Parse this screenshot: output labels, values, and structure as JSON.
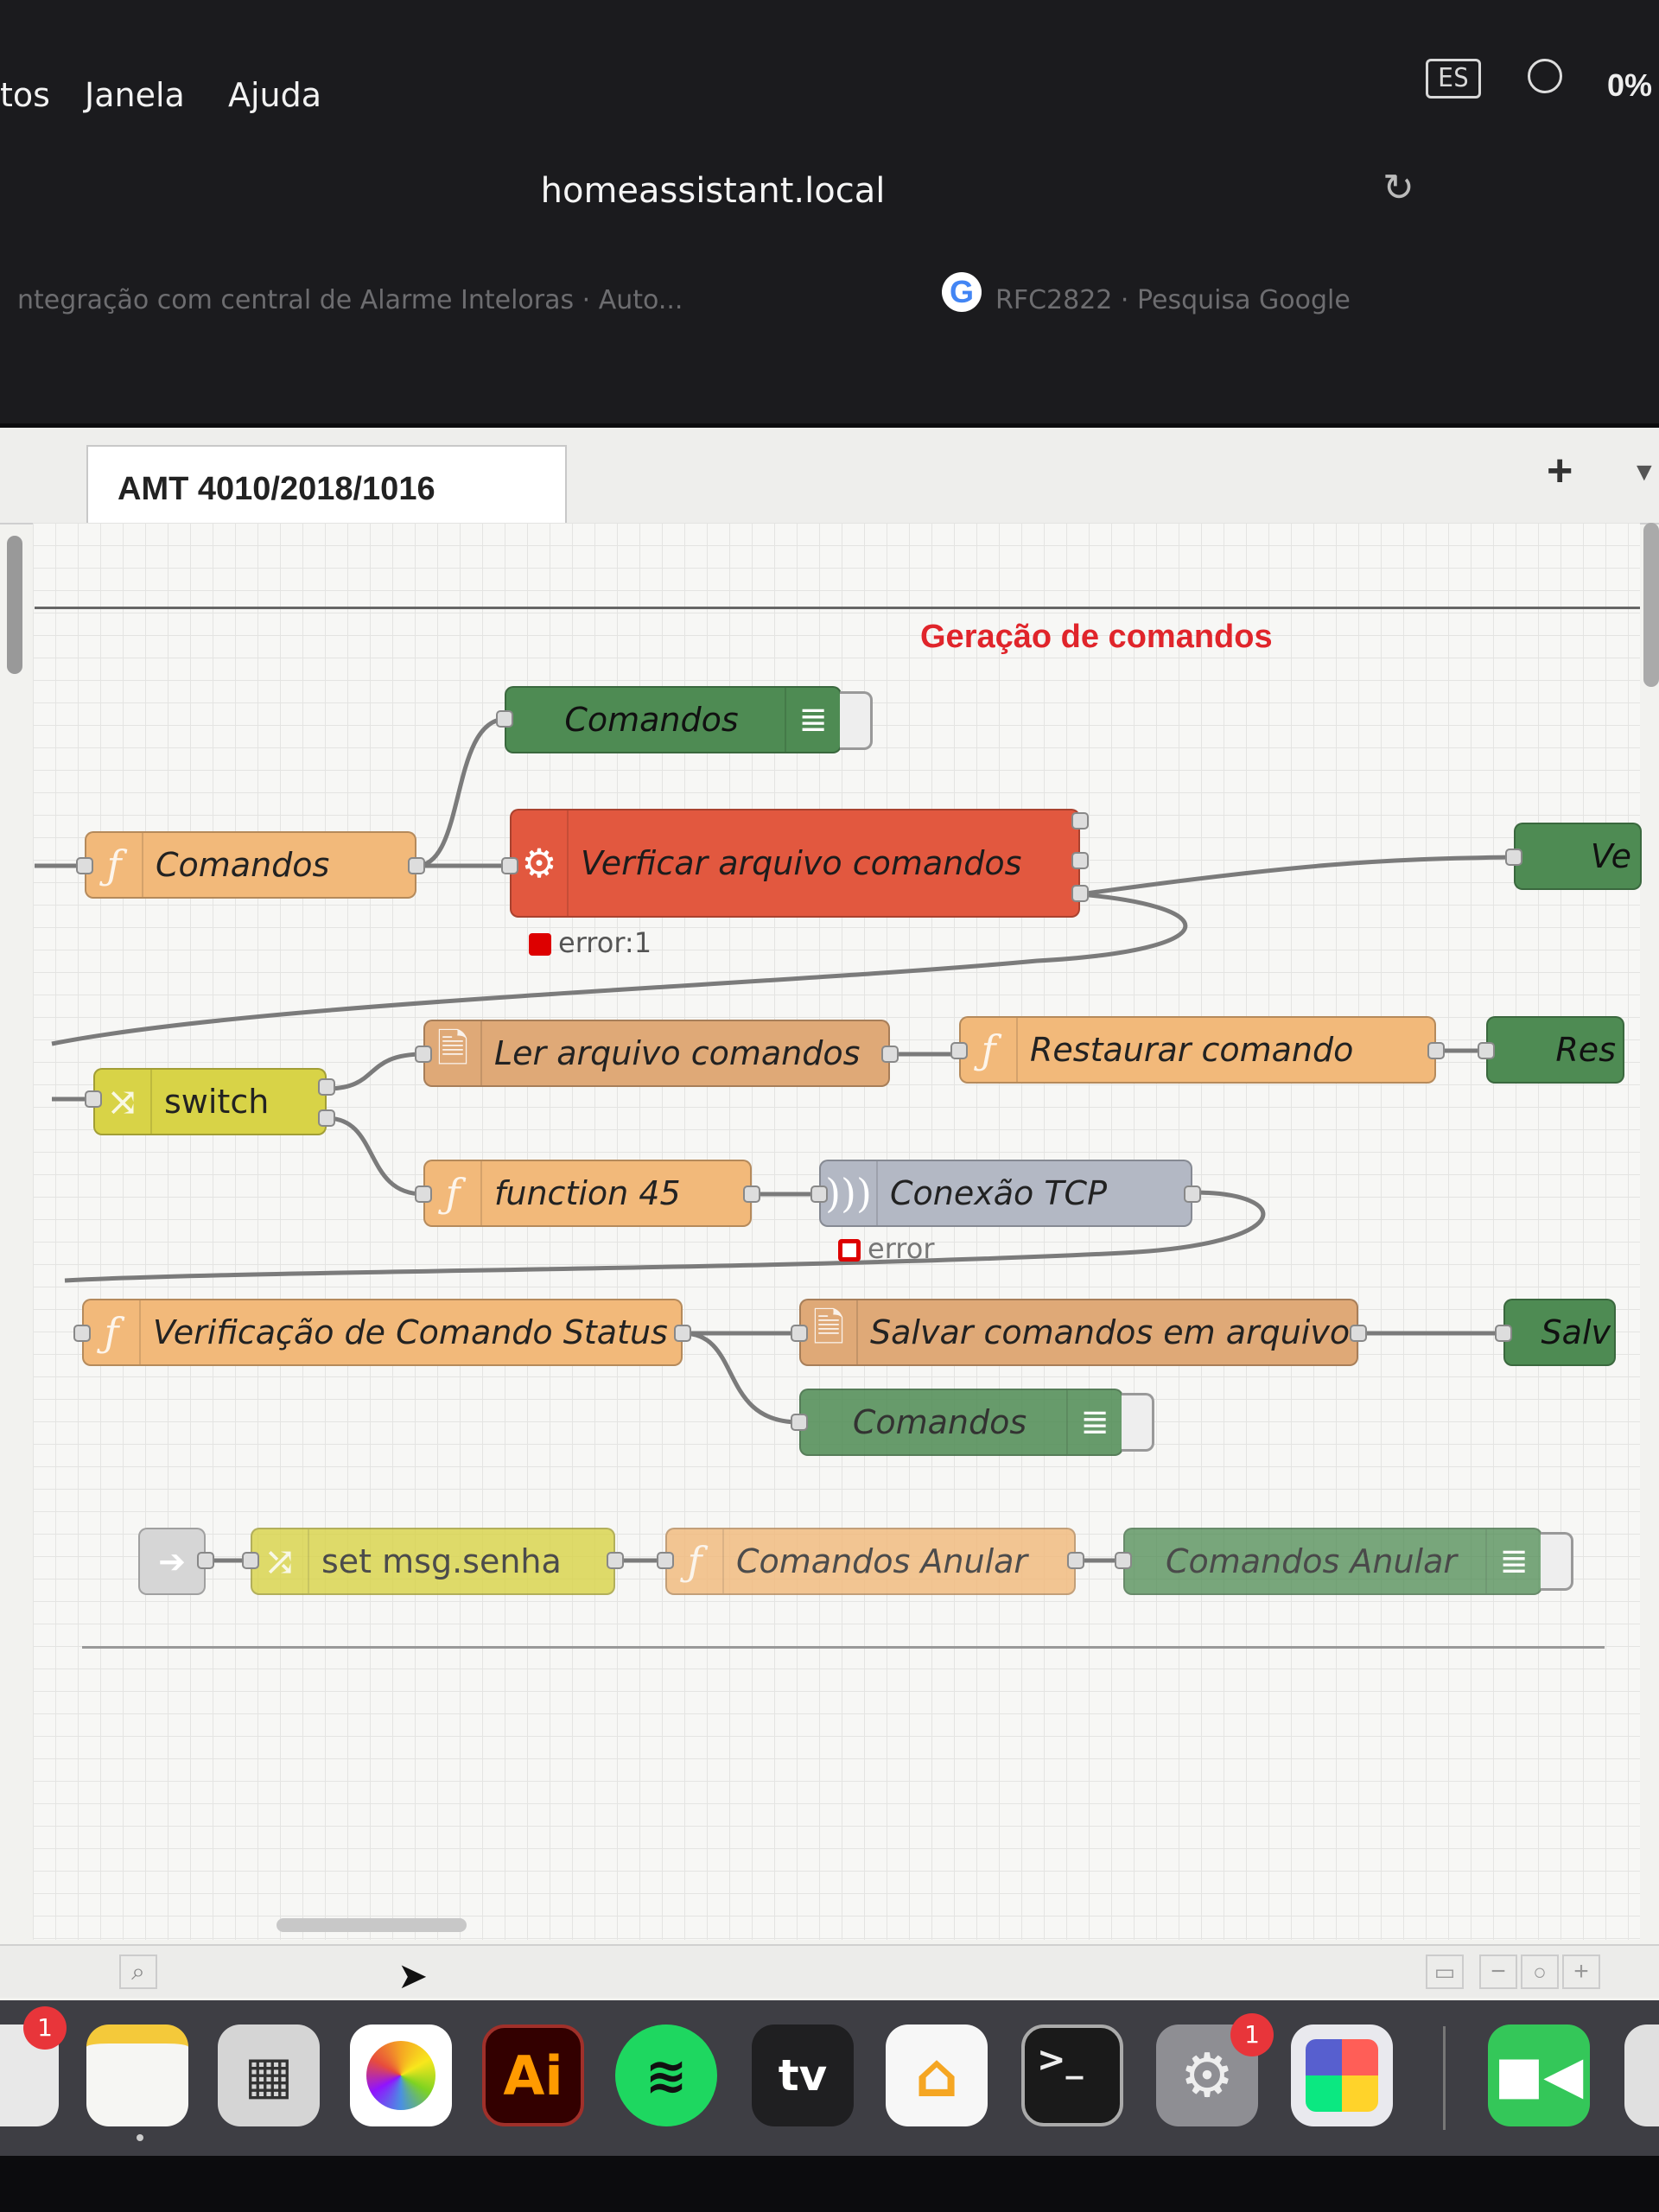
{
  "menubar": {
    "items": [
      "tos",
      "Janela",
      "Ajuda"
    ],
    "battery": "0%"
  },
  "browser": {
    "url": "homeassistant.local",
    "bookmarks": [
      "ntegração com central de Alarme Inteloras · Auto...",
      "RFC2822 · Pesquisa Google"
    ]
  },
  "editor": {
    "flow_tab": "AMT 4010/2018/1016",
    "group_title": "Geração de comandos",
    "nodes": {
      "debug_comandos_1": "Comandos",
      "func_comandos": "Comandos",
      "exec_verificar": "Verficar arquivo comandos",
      "exec_status": "error:1",
      "right_ve": "Ve",
      "file_ler": "Ler arquivo comandos",
      "func_restaurar": "Restaurar comando",
      "right_res": "Res",
      "switch": "switch",
      "func_45": "function 45",
      "tcp": "Conexão TCP",
      "tcp_status": "error",
      "func_verif_status": "Verificação de Comando Status",
      "file_salvar": "Salvar comandos em arquivo",
      "right_salv": "Salv",
      "debug_comandos_2": "Comandos",
      "change_senha": "set msg.senha",
      "func_anular": "Comandos Anular",
      "debug_anular": "Comandos Anular"
    }
  },
  "dock": {
    "apps": [
      "notes-icon",
      "calculator-icon",
      "photos-icon",
      "illustrator-icon",
      "spotify-icon",
      "apple-tv-icon",
      "home-icon",
      "terminal-icon",
      "system-settings-icon",
      "launchpad-icon",
      "facetime-icon"
    ],
    "illustrator_label": "Ai",
    "tv_label": "tv",
    "badges": [
      "1",
      "1"
    ]
  },
  "colors": {
    "function": "#f2b97a",
    "exec": "#e2583f",
    "debug": "#4e8b53",
    "switch": "#d8d347",
    "file": "#dfa977",
    "tcp": "#b3b8c4",
    "group_title": "#e0252b"
  }
}
